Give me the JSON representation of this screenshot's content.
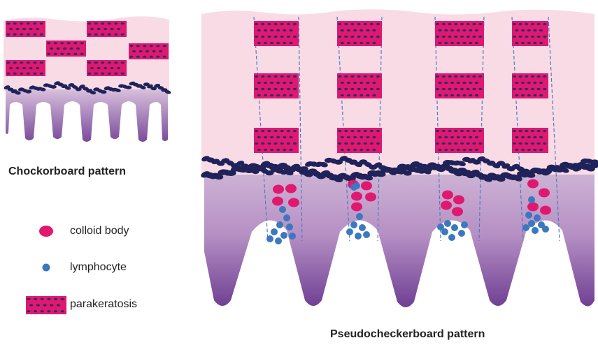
{
  "diagram": {
    "left_caption": "Chockorboard pattern",
    "right_caption": "Pseudocheckerboard pattern"
  },
  "legend": {
    "items": [
      {
        "label": "colloid body",
        "icon": "colloid-body-icon"
      },
      {
        "label": "lymphocyte",
        "icon": "lymphocyte-icon"
      },
      {
        "label": "parakeratosis",
        "icon": "parakeratosis-icon"
      }
    ]
  },
  "colors": {
    "epidermis": "#f9dbe6",
    "parakeratosis": "#e0186f",
    "nucleus": "#2a2d6b",
    "basal_layer": "#1f2359",
    "colloid_body": "#e0186f",
    "lymphocyte": "#3b78bf",
    "dermis_top": "#c9a9cf",
    "dermis_bottom": "#6f3f93",
    "guide_line": "#4a7cc4"
  }
}
